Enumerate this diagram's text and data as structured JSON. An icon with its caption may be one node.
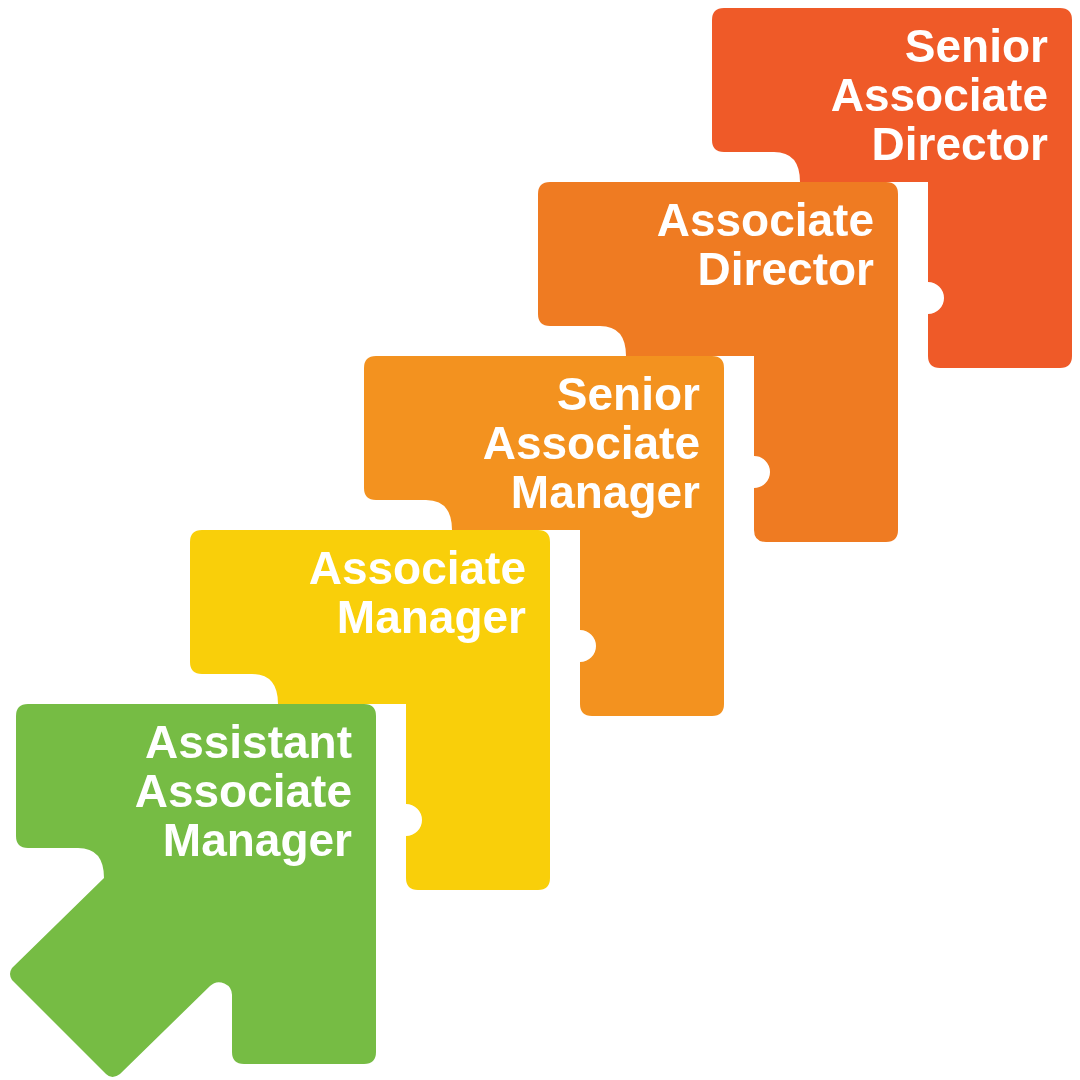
{
  "diagram": {
    "nodes": [
      {
        "text": [
          "Senior Associate Director"
        ]
      },
      {
        "text": [
          "Associate Director"
        ]
      },
      {
        "text": [
          "Senior Associate Manager"
        ]
      },
      {
        "text": [
          "Associate Manager"
        ]
      },
      {
        "text": [
          "Assistant Associate Manager"
        ]
      }
    ]
  }
}
